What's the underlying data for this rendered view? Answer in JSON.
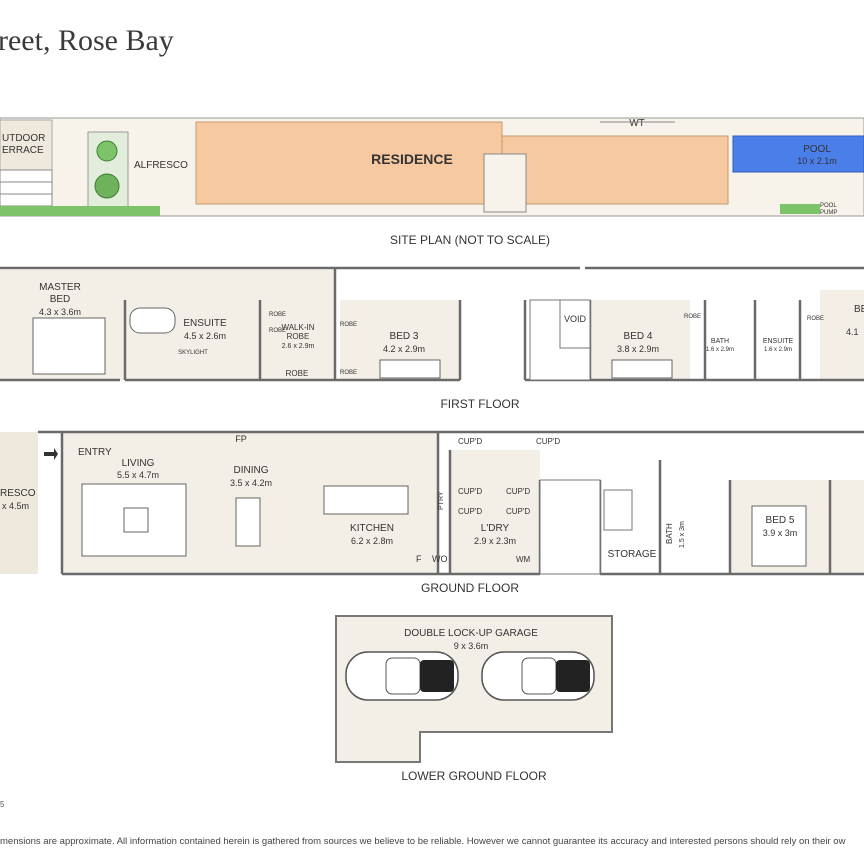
{
  "title": "reet, Rose Bay",
  "site_plan": {
    "caption": "SITE PLAN (NOT TO SCALE)",
    "outdoor_terrace": "UTDOOR\nERRACE",
    "alfresco": "ALFRESCO",
    "residence": "RESIDENCE",
    "wt": "WT",
    "pool": "POOL",
    "pool_size": "10 x 2.1m",
    "pool_pump": "POOL\nPUMP"
  },
  "first_floor": {
    "caption": "FIRST FLOOR",
    "master_bed": "MASTER\nBED",
    "master_bed_size": "4.3 x 3.6m",
    "ensuite": "ENSUITE",
    "ensuite_size": "4.5 x 2.6m",
    "skylight": "SKYLIGHT",
    "walk_in_robe": "WALK-IN\nROBE",
    "walk_in_robe_size": "2.6 x 2.9m",
    "robe": "ROBE",
    "bed3": "BED 3",
    "bed3_size": "4.2 x 2.9m",
    "void": "VOID",
    "bed4": "BED 4",
    "bed4_size": "3.8 x 2.9m",
    "bath": "BATH",
    "bath_size": "1.6 x 2.9m",
    "ensuite2": "ENSUITE",
    "ensuite2_size": "1.6 x 2.9m",
    "bed_edge": "BE",
    "bed_edge_size": "4.1"
  },
  "ground_floor": {
    "caption": "GROUND FLOOR",
    "alfresco": "RESCO",
    "alfresco_size": "x 4.5m",
    "entry": "ENTRY",
    "living": "LIVING",
    "living_size": "5.5 x 4.7m",
    "fp": "FP",
    "dining": "DINING",
    "dining_size": "3.5 x 4.2m",
    "kitchen": "KITCHEN",
    "kitchen_size": "6.2 x 2.8m",
    "ptry": "PTRY",
    "cupd": "CUP'D",
    "laundry": "L'DRY",
    "laundry_size": "2.9 x 2.3m",
    "f": "F",
    "wo": "WO",
    "wm": "WM",
    "storage": "STORAGE",
    "bath": "BATH",
    "bath_size": "1.5 x 3m",
    "bed5": "BED 5",
    "bed5_size": "3.9 x 3m"
  },
  "lower_ground": {
    "caption": "LOWER GROUND FLOOR",
    "garage": "DOUBLE LOCK-UP GARAGE",
    "garage_size": "9 x 3.6m"
  },
  "footer": "mensions are approximate. All information contained herein is gathered from sources we believe to be reliable. However we cannot guarantee its accuracy and interested persons should rely on their ow",
  "logo_text": "5",
  "colors": {
    "residence": "#f6c9a0",
    "pool": "#4a7ee8",
    "floor": "#f4efe6",
    "grass": "#7cc36a",
    "wall": "#6a6a6a"
  }
}
